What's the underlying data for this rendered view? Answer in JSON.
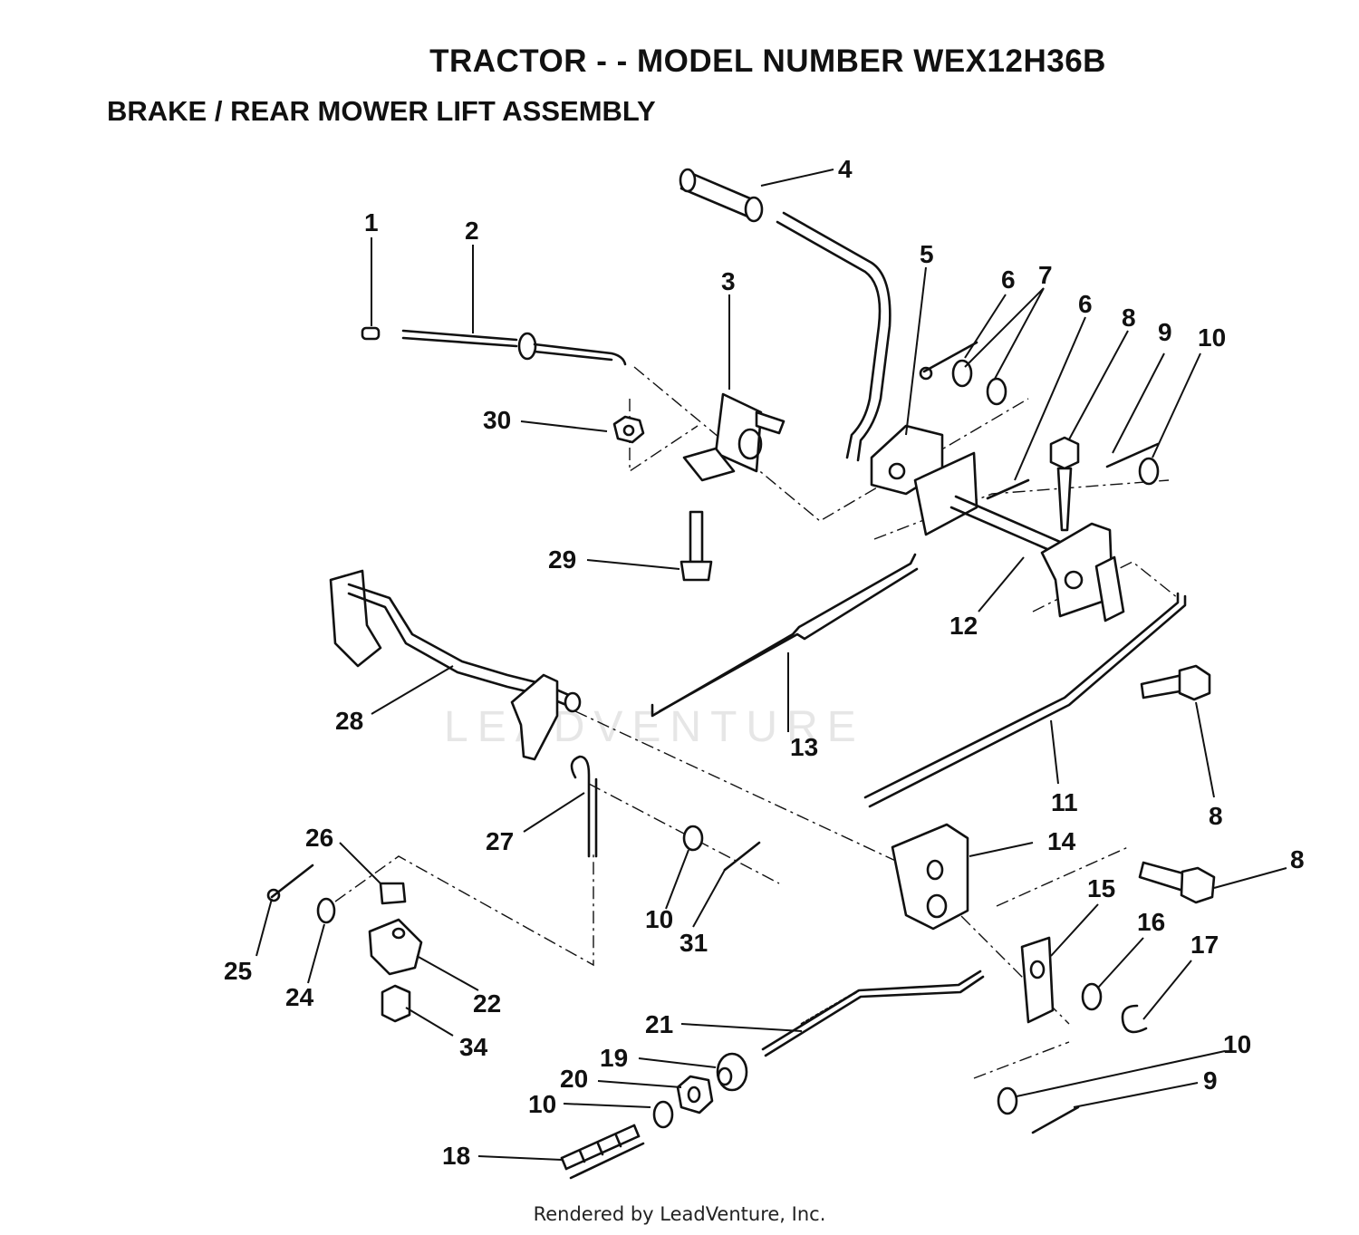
{
  "header": {
    "title": "TRACTOR - - MODEL NUMBER WEX12H36B",
    "subtitle": "BRAKE / REAR MOWER LIFT ASSEMBLY"
  },
  "footer": {
    "credit": "Rendered by LeadVenture, Inc."
  },
  "watermark": {
    "text": "LEADVENTURE"
  },
  "callouts": [
    "1",
    "2",
    "3",
    "4",
    "5",
    "6",
    "6",
    "7",
    "8",
    "8",
    "8",
    "9",
    "9",
    "10",
    "10",
    "10",
    "10",
    "11",
    "12",
    "13",
    "14",
    "15",
    "16",
    "17",
    "18",
    "19",
    "20",
    "21",
    "22",
    "24",
    "25",
    "26",
    "27",
    "28",
    "29",
    "30",
    "31",
    "34"
  ]
}
